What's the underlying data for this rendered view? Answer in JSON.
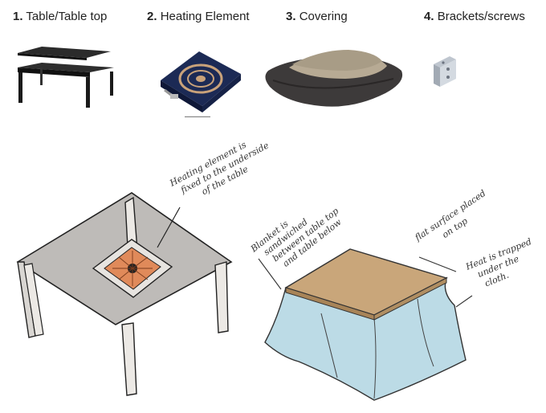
{
  "parts": [
    {
      "number": "1.",
      "label": "Table/Table top"
    },
    {
      "number": "2.",
      "label": "Heating Element"
    },
    {
      "number": "3.",
      "label": "Covering"
    },
    {
      "number": "4.",
      "label": "Brackets/screws"
    }
  ],
  "annotations": {
    "heating": [
      "Heating element is",
      "fixed to the underside",
      "of the table"
    ],
    "blanket": [
      "Blanket is",
      "sandwiched",
      "between table top",
      "and table below"
    ],
    "flat_surface": [
      "flat surface placed",
      "on top"
    ],
    "heat_trapped": [
      "Heat is trapped",
      "under the",
      "cloth."
    ]
  }
}
